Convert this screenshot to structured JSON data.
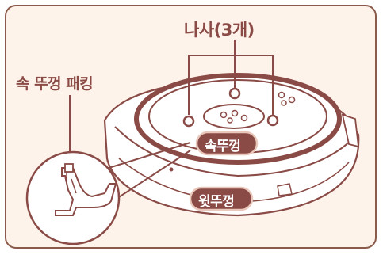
{
  "labels": {
    "screws": "나사(3개)",
    "inner_lid_gasket": "속 뚜껑 패킹",
    "inner_lid": "속뚜껑",
    "outer_lid": "윗뚜껑"
  },
  "colors": {
    "line": "#8a4a45",
    "fill": "#ffffff",
    "panel_background": "#fdf3ea",
    "label_pill": "#8a4a45",
    "label_pill_outline": "#e9c7bb"
  }
}
